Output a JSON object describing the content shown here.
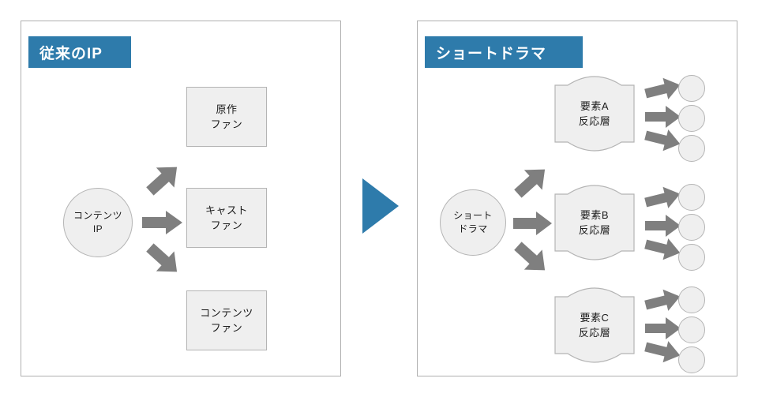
{
  "diagram": {
    "title_left": "従来のIP",
    "title_right": "ショートドラマ",
    "transition_icon": "play-triangle-icon",
    "accent_color": "#2e7bab",
    "node_fill": "#efefef",
    "node_stroke": "#b4b4b4",
    "arrow_color": "#7f7f7f"
  },
  "left_panel": {
    "banner": "従来のIP",
    "source": {
      "line1": "コンテンツ",
      "line2": "IP"
    },
    "targets": [
      {
        "line1": "原作",
        "line2": "ファン"
      },
      {
        "line1": "キャスト",
        "line2": "ファン"
      },
      {
        "line1": "コンテンツ",
        "line2": "ファン"
      }
    ],
    "arrows": [
      {
        "name": "arrow-up-right-icon"
      },
      {
        "name": "arrow-right-icon"
      },
      {
        "name": "arrow-down-right-icon"
      }
    ]
  },
  "right_panel": {
    "banner": "ショートドラマ",
    "source": {
      "line1": "ショート",
      "line2": "ドラマ"
    },
    "layers": [
      {
        "line1": "要素A",
        "line2": "反応層",
        "outputs": [
          "fan-circle",
          "fan-circle",
          "fan-circle"
        ],
        "arrows": [
          "arrow-up-right-icon",
          "arrow-right-icon",
          "arrow-down-right-icon"
        ]
      },
      {
        "line1": "要素B",
        "line2": "反応層",
        "outputs": [
          "fan-circle",
          "fan-circle",
          "fan-circle"
        ],
        "arrows": [
          "arrow-up-right-icon",
          "arrow-right-icon",
          "arrow-down-right-icon"
        ]
      },
      {
        "line1": "要素C",
        "line2": "反応層",
        "outputs": [
          "fan-circle",
          "fan-circle",
          "fan-circle"
        ],
        "arrows": [
          "arrow-up-right-icon",
          "arrow-right-icon",
          "arrow-down-right-icon"
        ]
      }
    ],
    "arrows": [
      {
        "name": "arrow-up-right-icon"
      },
      {
        "name": "arrow-right-icon"
      },
      {
        "name": "arrow-down-right-icon"
      }
    ]
  }
}
